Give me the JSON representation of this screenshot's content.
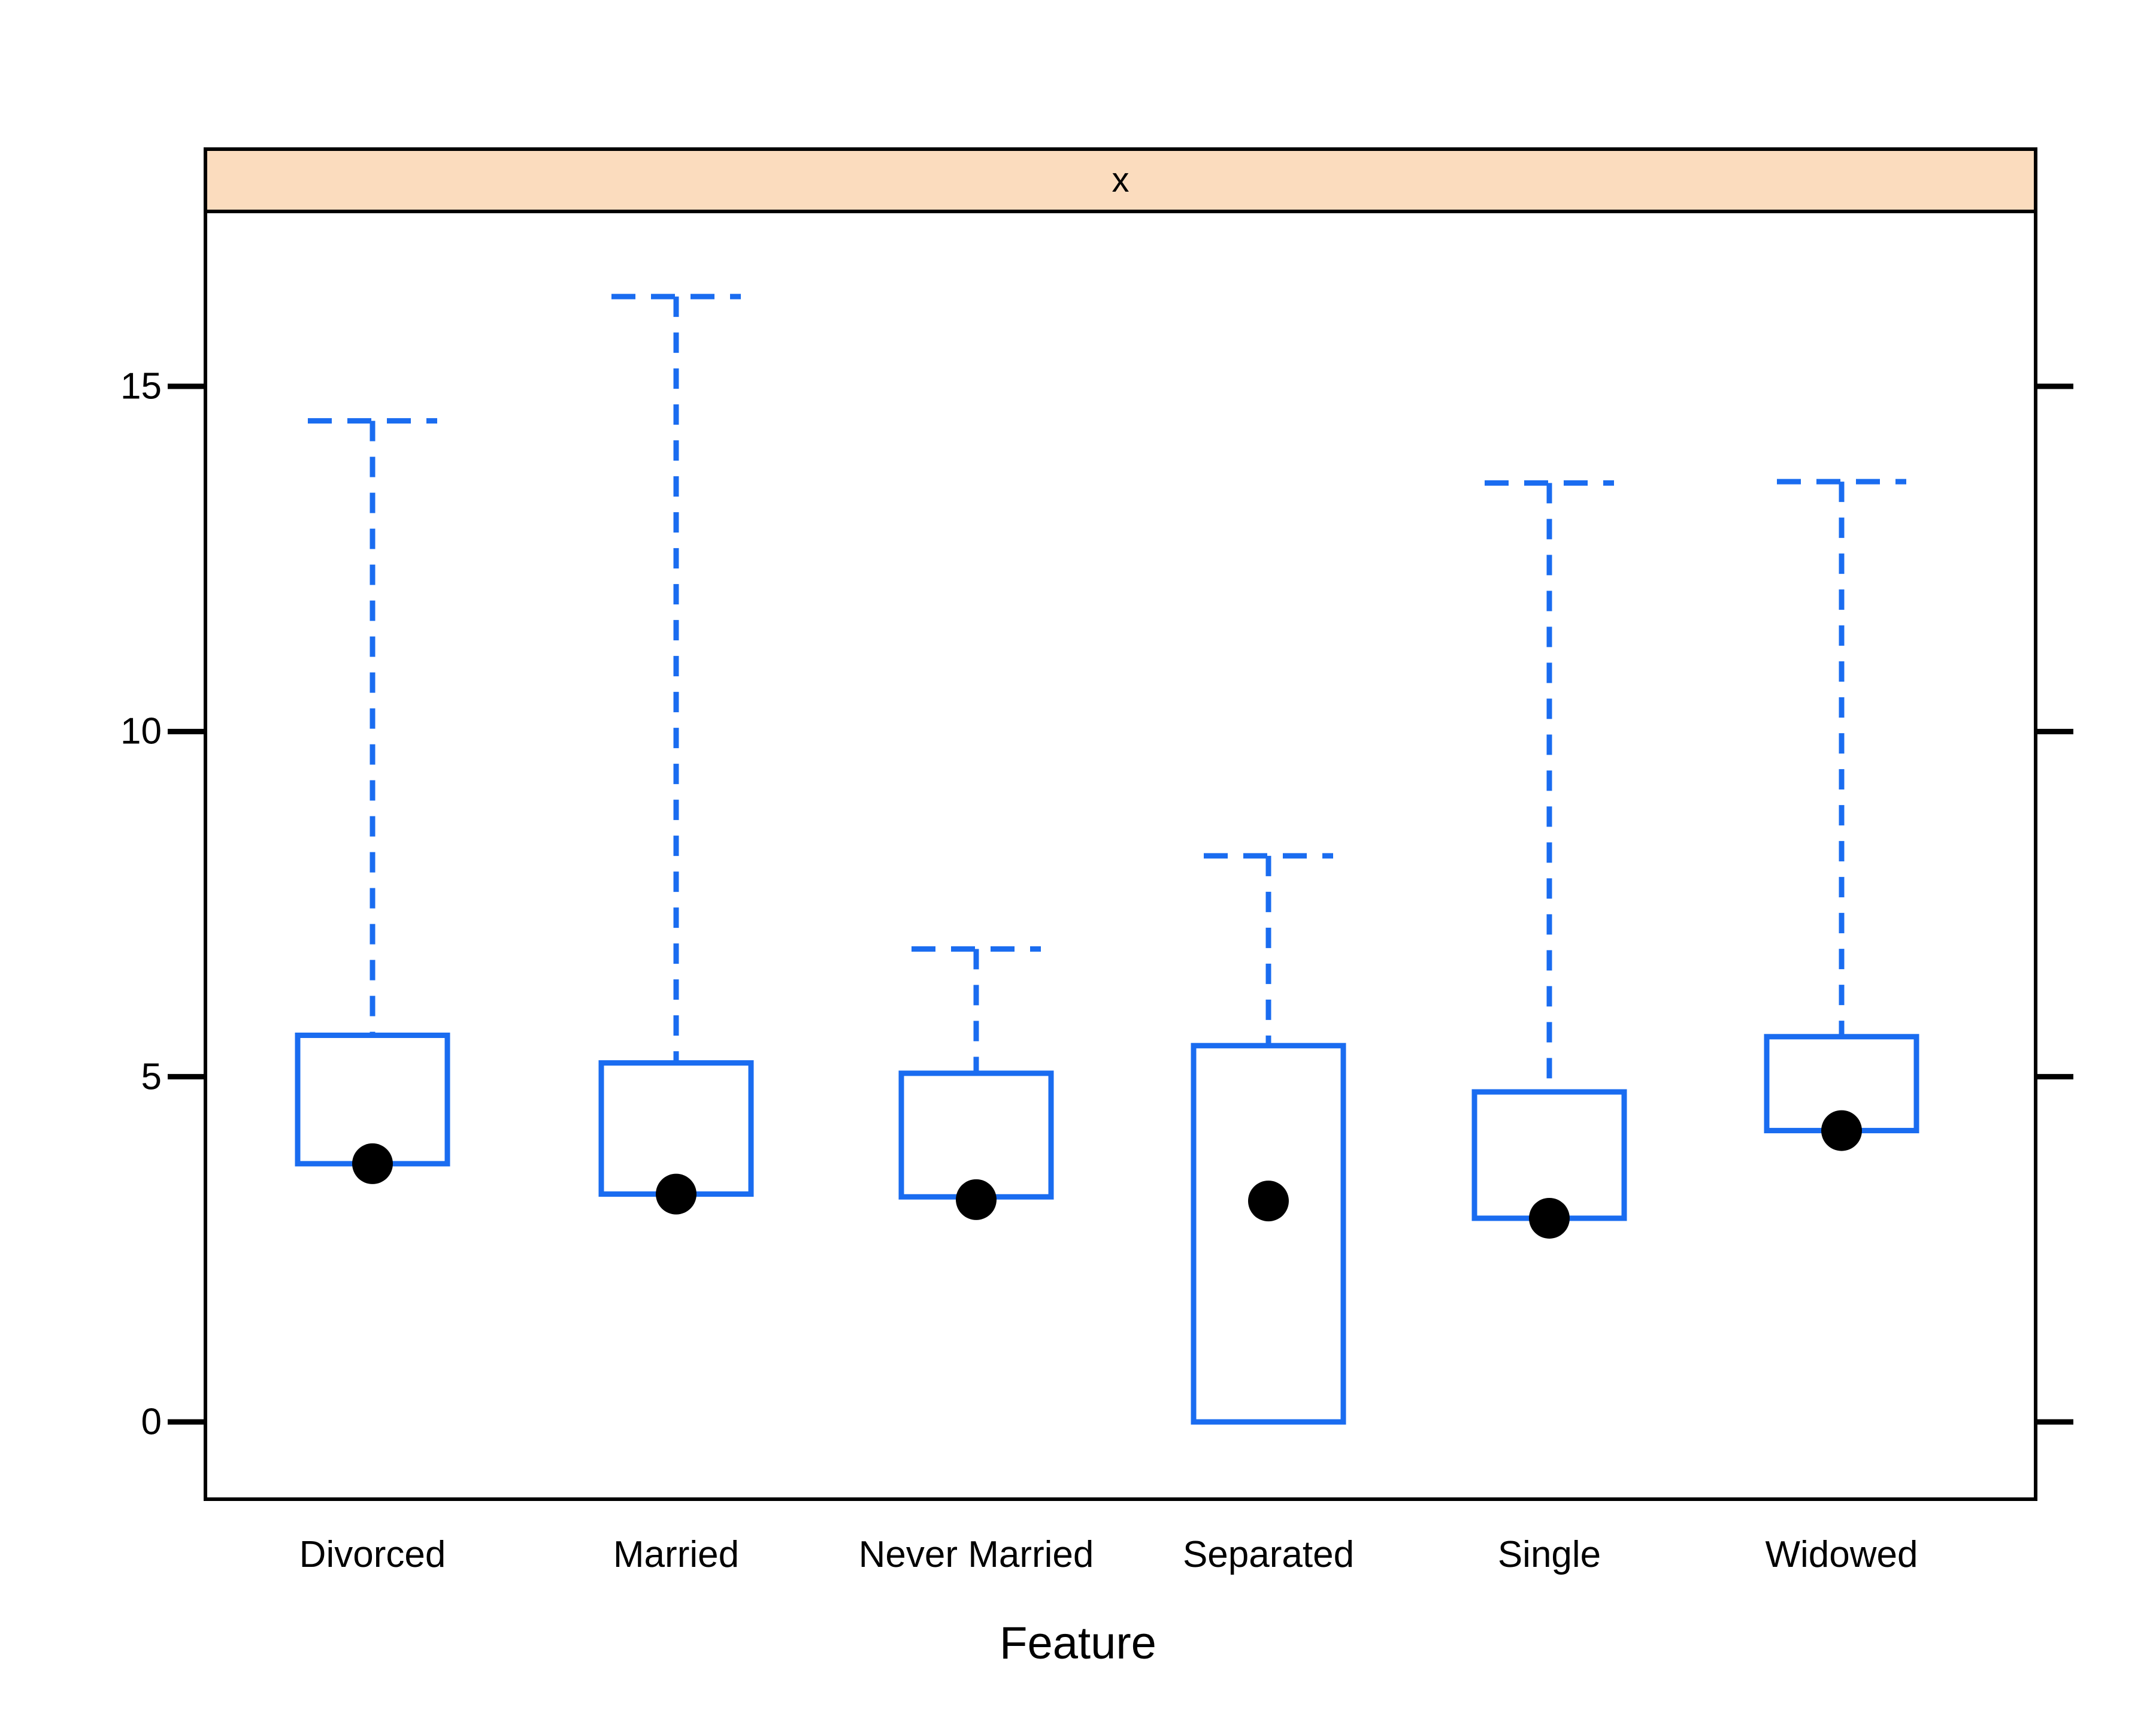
{
  "chart_data": {
    "type": "box",
    "title": "x",
    "xlabel": "Feature",
    "ylabel": "",
    "grid": false,
    "legend": null,
    "ylim": [
      -0.9,
      17.4
    ],
    "yticks": [
      0,
      5,
      10,
      15
    ],
    "ytick_labels": [
      "0",
      "5",
      "10",
      "15"
    ],
    "categories": [
      "Divorced",
      "Married",
      "Never Married",
      "Separated",
      "Single",
      "Widowed"
    ],
    "box_color": "#1A6CF0",
    "median_point_color": "#000000",
    "strip_fill": "#FBDCBE",
    "panel_border": "#000000",
    "boxes": [
      {
        "category": "Divorced",
        "lower_whisker": 3.74,
        "q1": 3.74,
        "median": 3.74,
        "q3": 5.6,
        "upper_whisker": 14.5
      },
      {
        "category": "Married",
        "lower_whisker": 3.3,
        "q1": 3.3,
        "median": 3.3,
        "q3": 5.2,
        "upper_whisker": 16.3
      },
      {
        "category": "Never Married",
        "lower_whisker": 3.26,
        "q1": 3.26,
        "median": 3.22,
        "q3": 5.05,
        "upper_whisker": 6.85
      },
      {
        "category": "Separated",
        "lower_whisker": 0.0,
        "q1": 0.0,
        "median": 3.2,
        "q3": 5.45,
        "upper_whisker": 8.2
      },
      {
        "category": "Single",
        "lower_whisker": 2.95,
        "q1": 2.95,
        "median": 2.95,
        "q3": 4.78,
        "upper_whisker": 13.6
      },
      {
        "category": "Widowed",
        "lower_whisker": 4.22,
        "q1": 4.22,
        "median": 4.22,
        "q3": 5.58,
        "upper_whisker": 13.62
      }
    ]
  },
  "axis": {
    "y_tick_0": "0",
    "y_tick_5": "5",
    "y_tick_10": "10",
    "y_tick_15": "15",
    "x_title": "Feature",
    "x_cat_0": "Divorced",
    "x_cat_1": "Married",
    "x_cat_2": "Never Married",
    "x_cat_3": "Separated",
    "x_cat_4": "Single",
    "x_cat_5": "Widowed"
  },
  "strip": {
    "label": "x"
  }
}
